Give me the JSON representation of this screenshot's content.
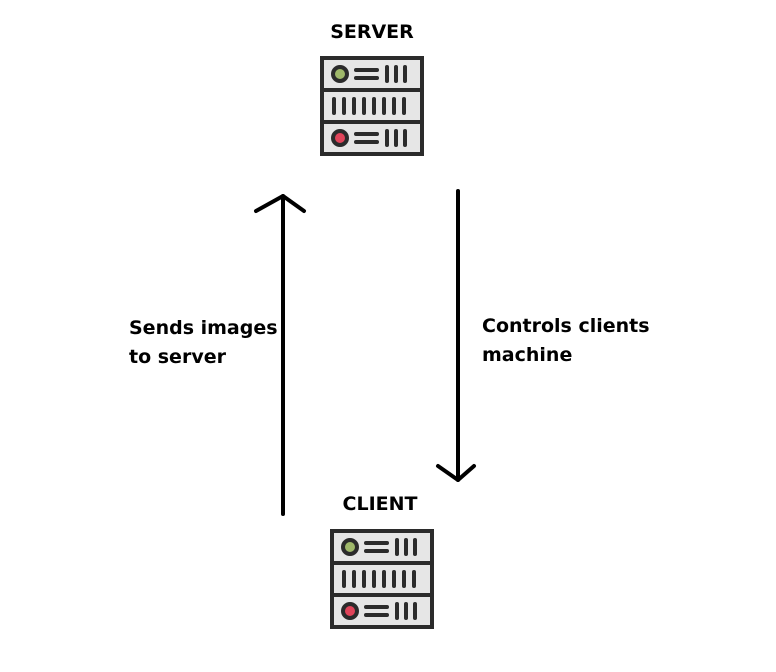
{
  "diagram": {
    "nodes": {
      "server": {
        "label": "SERVER",
        "icon": "server-rack-icon"
      },
      "client": {
        "label": "CLIENT",
        "icon": "server-rack-icon"
      }
    },
    "edges": {
      "client_to_server": {
        "label_line1": "Sends images",
        "label_line2": "to server"
      },
      "server_to_client": {
        "label_line1": "Controls clients",
        "label_line2": "machine"
      }
    }
  },
  "colors": {
    "stroke": "#2b2b2b",
    "rack_fill": "#e6e6e6",
    "led_green": "#9fb86a",
    "led_red": "#e0445a",
    "arrow": "#000000"
  }
}
